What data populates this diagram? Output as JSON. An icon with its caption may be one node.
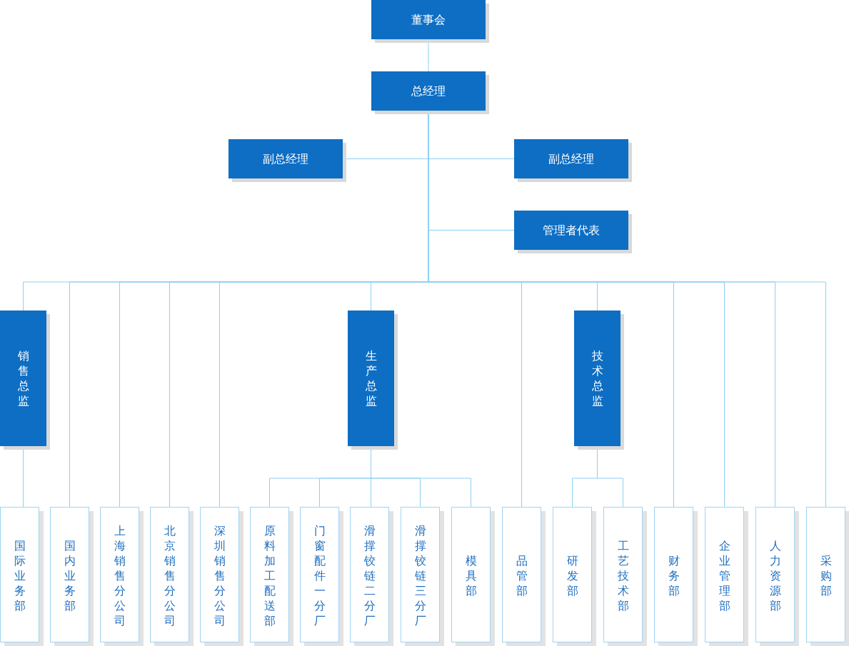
{
  "diagram": {
    "nodes": [
      {
        "text": [
          "董事会"
        ]
      },
      {
        "text": [
          "总经理"
        ]
      },
      {
        "text": [
          "副总经理"
        ]
      },
      {
        "text": [
          "副总经理"
        ]
      },
      {
        "text": [
          "管理者代表"
        ]
      },
      {
        "text": [
          "销售总监"
        ]
      },
      {
        "text": [
          "生产总监"
        ]
      },
      {
        "text": [
          "技术总监"
        ]
      },
      {
        "text": [
          "国际业务部"
        ]
      },
      {
        "text": [
          "国内业务部"
        ]
      },
      {
        "text": [
          "上海销售分公司"
        ]
      },
      {
        "text": [
          "北京销售分公司"
        ]
      },
      {
        "text": [
          "深圳销售分公司"
        ]
      },
      {
        "text": [
          "原料加工配送部"
        ]
      },
      {
        "text": [
          "门窗配件一分厂"
        ]
      },
      {
        "text": [
          "滑撑铰链二分厂"
        ]
      },
      {
        "text": [
          "滑撑铰链三分厂"
        ]
      },
      {
        "text": [
          "模具部"
        ]
      },
      {
        "text": [
          "品管部"
        ]
      },
      {
        "text": [
          "研发部"
        ]
      },
      {
        "text": [
          "工艺技术部"
        ]
      },
      {
        "text": [
          "财务部"
        ]
      },
      {
        "text": [
          "企业管理部"
        ]
      },
      {
        "text": [
          "人力资源部"
        ]
      },
      {
        "text": [
          "采购部"
        ]
      }
    ],
    "edges": [
      {
        "from": 0,
        "to": 1,
        "arrow": "none"
      },
      {
        "from": 1,
        "to": 2,
        "arrow": "none"
      },
      {
        "from": 1,
        "to": 3,
        "arrow": "none"
      },
      {
        "from": 1,
        "to": 4,
        "arrow": "none"
      },
      {
        "from": 1,
        "to": 5,
        "arrow": "none"
      },
      {
        "from": 1,
        "to": 9,
        "arrow": "none"
      },
      {
        "from": 1,
        "to": 10,
        "arrow": "none"
      },
      {
        "from": 1,
        "to": 11,
        "arrow": "none"
      },
      {
        "from": 1,
        "to": 12,
        "arrow": "none"
      },
      {
        "from": 1,
        "to": 6,
        "arrow": "none"
      },
      {
        "from": 1,
        "to": 18,
        "arrow": "none"
      },
      {
        "from": 1,
        "to": 7,
        "arrow": "none"
      },
      {
        "from": 1,
        "to": 21,
        "arrow": "none"
      },
      {
        "from": 1,
        "to": 22,
        "arrow": "none"
      },
      {
        "from": 1,
        "to": 23,
        "arrow": "none"
      },
      {
        "from": 1,
        "to": 24,
        "arrow": "none"
      },
      {
        "from": 5,
        "to": 8,
        "arrow": "none"
      },
      {
        "from": 6,
        "to": 13,
        "arrow": "none"
      },
      {
        "from": 6,
        "to": 14,
        "arrow": "none"
      },
      {
        "from": 6,
        "to": 15,
        "arrow": "none"
      },
      {
        "from": 6,
        "to": 16,
        "arrow": "none"
      },
      {
        "from": 6,
        "to": 17,
        "arrow": "none"
      },
      {
        "from": 7,
        "to": 19,
        "arrow": "none"
      },
      {
        "from": 7,
        "to": 20,
        "arrow": "none"
      }
    ]
  }
}
